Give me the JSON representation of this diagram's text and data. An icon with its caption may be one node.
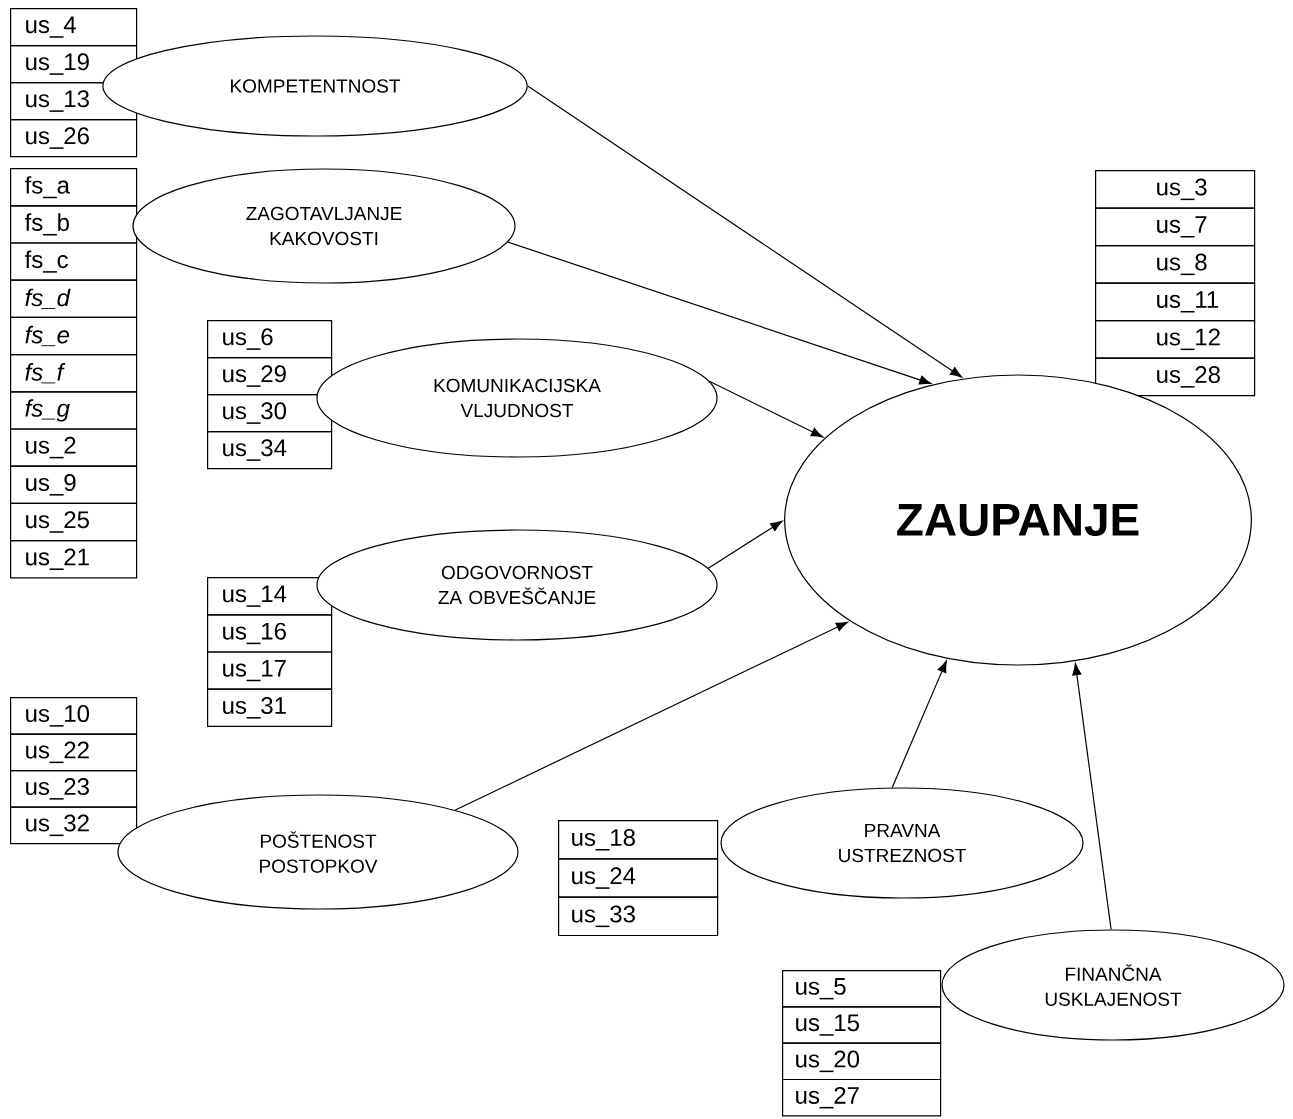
{
  "diagram": {
    "nodes": [
      {
        "text": [
          "us_4"
        ]
      },
      {
        "text": [
          "us_19"
        ]
      },
      {
        "text": [
          "us_13"
        ]
      },
      {
        "text": [
          "us_26"
        ]
      },
      {
        "text": [
          "KOMPETENTNOST"
        ]
      },
      {
        "text": [
          "fs_a"
        ]
      },
      {
        "text": [
          "fs_b"
        ]
      },
      {
        "text": [
          "fs_c"
        ]
      },
      {
        "text": [
          "fs_d"
        ]
      },
      {
        "text": [
          "fs_e"
        ]
      },
      {
        "text": [
          "fs_f"
        ]
      },
      {
        "text": [
          "fs_g"
        ]
      },
      {
        "text": [
          "us_2"
        ]
      },
      {
        "text": [
          "us_9"
        ]
      },
      {
        "text": [
          "us_25"
        ]
      },
      {
        "text": [
          "us_21"
        ]
      },
      {
        "text": [
          "ZAGOTAVLJANJE KAKOVOSTI"
        ]
      },
      {
        "text": [
          "us_3"
        ]
      },
      {
        "text": [
          "us_7"
        ]
      },
      {
        "text": [
          "us_8"
        ]
      },
      {
        "text": [
          "us_11"
        ]
      },
      {
        "text": [
          "us_12"
        ]
      },
      {
        "text": [
          "us_28"
        ]
      },
      {
        "text": [
          "us_6"
        ]
      },
      {
        "text": [
          "us_29"
        ]
      },
      {
        "text": [
          "us_30"
        ]
      },
      {
        "text": [
          "us_34"
        ]
      },
      {
        "text": [
          "KOMUNIKACIJSKA VLJUDNOST"
        ]
      },
      {
        "text": [
          "ZAUPANJE"
        ]
      },
      {
        "text": [
          "ODGOVORNOST ZA OBVEŠČANJE"
        ]
      },
      {
        "text": [
          "us_14"
        ]
      },
      {
        "text": [
          "us_16"
        ]
      },
      {
        "text": [
          "us_17"
        ]
      },
      {
        "text": [
          "us_31"
        ]
      },
      {
        "text": [
          "us_10"
        ]
      },
      {
        "text": [
          "us_22"
        ]
      },
      {
        "text": [
          "us_23"
        ]
      },
      {
        "text": [
          "us_32"
        ]
      },
      {
        "text": [
          "POŠTENOST POSTOPKOV"
        ]
      },
      {
        "text": [
          "PRAVNA USTREZNOST"
        ]
      },
      {
        "text": [
          "us_18"
        ]
      },
      {
        "text": [
          "us_24"
        ]
      },
      {
        "text": [
          "us_33"
        ]
      },
      {
        "text": [
          "FINANČNA USKLAJENOST"
        ]
      },
      {
        "text": [
          "us_5"
        ]
      },
      {
        "text": [
          "us_15"
        ]
      },
      {
        "text": [
          "us_20"
        ]
      },
      {
        "text": [
          "us_27"
        ]
      }
    ],
    "edges": [
      {
        "from": 4,
        "to": 28,
        "arrow": "to"
      },
      {
        "from": 16,
        "to": 28,
        "arrow": "to"
      },
      {
        "from": 27,
        "to": 28,
        "arrow": "to"
      },
      {
        "from": 29,
        "to": 28,
        "arrow": "to"
      },
      {
        "from": 38,
        "to": 28,
        "arrow": "to"
      },
      {
        "from": 39,
        "to": 28,
        "arrow": "to"
      },
      {
        "from": 43,
        "to": 28,
        "arrow": "to"
      }
    ]
  }
}
